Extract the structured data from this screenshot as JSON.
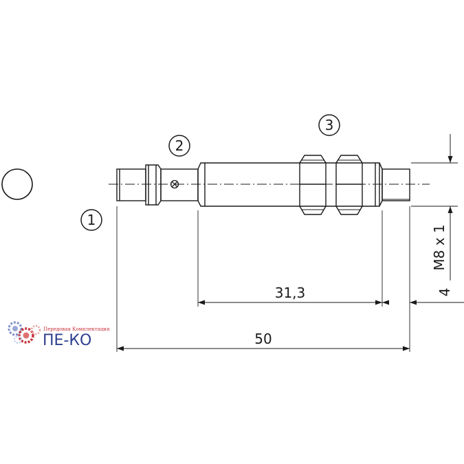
{
  "callouts": {
    "c1": "1",
    "c2": "2",
    "c3": "3"
  },
  "dimensions": {
    "overall_length": "50",
    "thread_length": "31,3",
    "face_offset": "4",
    "thread_spec": "M8 x 1"
  },
  "logo": {
    "tagline": "Передовая Комплектация",
    "name": "ПЕ-КО"
  },
  "colors": {
    "line": "#1a1a1a",
    "logo_red": "#c8323c",
    "logo_blue": "#2e3f8f"
  }
}
